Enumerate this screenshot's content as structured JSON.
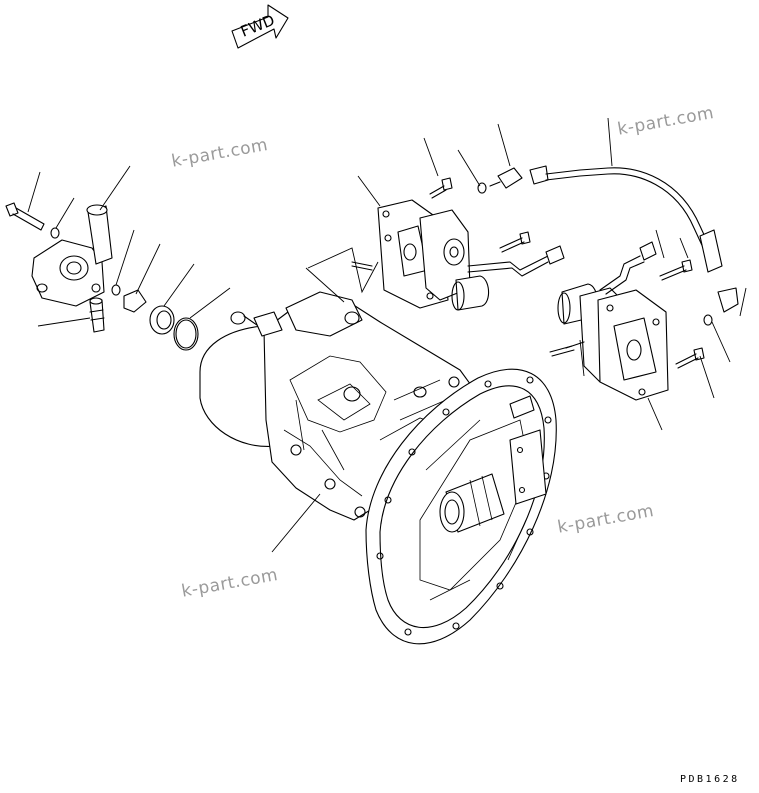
{
  "direction_label": "FWD",
  "drawing_code": "PDB1628",
  "watermarks": [
    "k-part.com",
    "k-part.com",
    "k-part.com",
    "k-part.com"
  ]
}
